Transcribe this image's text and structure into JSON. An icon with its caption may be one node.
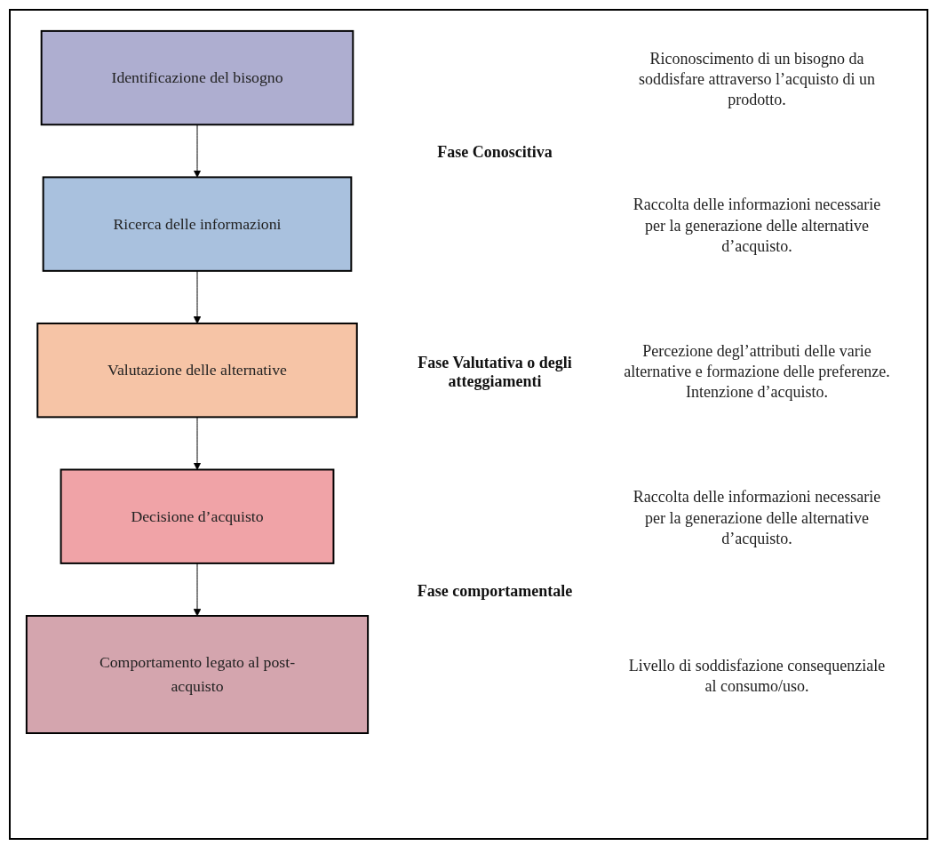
{
  "diagram": {
    "nodes": [
      {
        "text": [
          "Identificazione del bisogno"
        ]
      },
      {
        "text": [
          "Ricerca delle informazioni"
        ]
      },
      {
        "text": [
          "Valutazione delle alternative"
        ]
      },
      {
        "text": [
          "Decisione d’acquisto"
        ]
      },
      {
        "text": [
          "Comportamento legato al post-acquisto"
        ]
      }
    ],
    "edges": [
      {
        "from": 0,
        "to": 1,
        "arrow": "to"
      },
      {
        "from": 1,
        "to": 2,
        "arrow": "to"
      },
      {
        "from": 2,
        "to": 3,
        "arrow": "to"
      },
      {
        "from": 3,
        "to": 4,
        "arrow": "to"
      }
    ],
    "labels": [
      "Riconoscimento di un bisogno da soddisfare attraverso l’acquisto di un prodotto.",
      "Fase Conoscitiva",
      "Raccolta delle informazioni necessarie per la generazione delle alternative d’acquisto.",
      "Fase Valutativa o degli atteggiamenti",
      "Percezione degl’attributi delle varie alternative e formazione delle preferenze. Intenzione d’acquisto.",
      "Raccolta delle informazioni necessarie per la generazione delle alternative d’acquisto.",
      "Fase comportamentale",
      "Livello di soddisfazione consequenziale al consumo/uso."
    ]
  }
}
